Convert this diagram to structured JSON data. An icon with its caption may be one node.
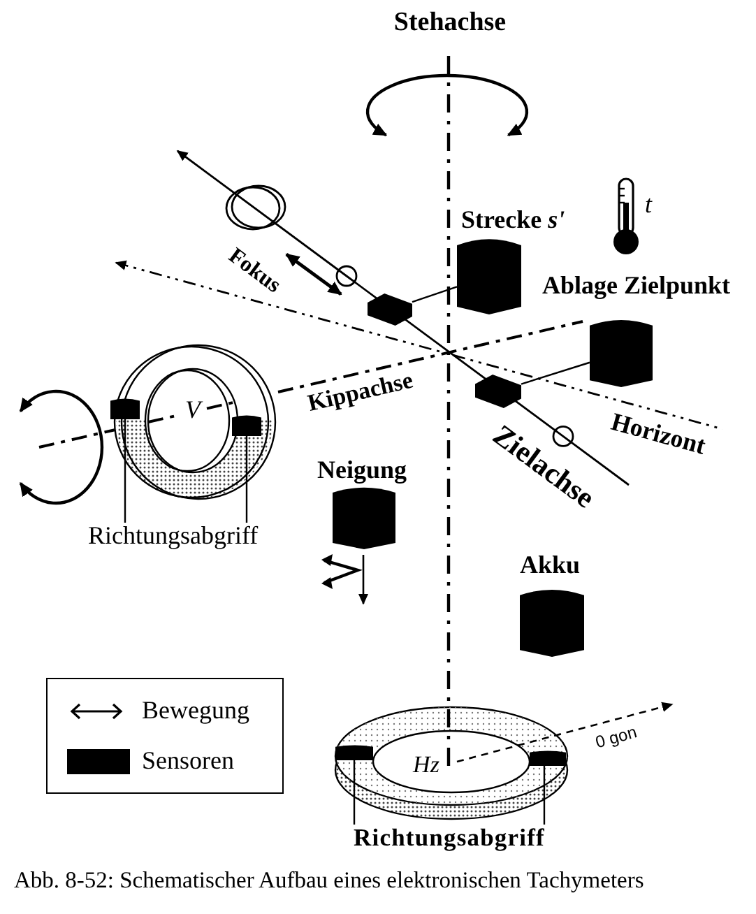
{
  "diagram": {
    "caption": "Abb. 8-52: Schematischer Aufbau eines elektronischen Tachymeters",
    "nodes": [
      {
        "text": [
          "Strecke *s'*"
        ]
      },
      {
        "text": [],
        "shape": "box"
      },
      {
        "text": [
          "Ablage Zielpunkt"
        ]
      },
      {
        "text": [],
        "shape": "box"
      },
      {
        "text": [],
        "shape": "box"
      },
      {
        "text": [],
        "shape": "box"
      },
      {
        "text": [
          "Richtungsabgriff"
        ]
      },
      {
        "text": [
          "Neigung"
        ]
      },
      {
        "text": [
          "Akku"
        ]
      },
      {
        "text": [],
        "shape": "box"
      },
      {
        "text": [],
        "shape": "box"
      },
      {
        "text": [
          "Richtungsabgriff"
        ]
      }
    ],
    "edges": [
      {
        "from": 1,
        "to": 0,
        "arrow": "none"
      },
      {
        "from": 3,
        "to": 2,
        "arrow": "none"
      },
      {
        "from": 6,
        "to": 4,
        "arrow": "none"
      },
      {
        "from": 6,
        "to": 5,
        "arrow": "none"
      },
      {
        "from": 11,
        "to": 9,
        "arrow": "none"
      },
      {
        "from": 11,
        "to": 10,
        "arrow": "none"
      }
    ],
    "labels": [
      "Stehachse",
      "t",
      "Fokus",
      "Kippachse",
      "V",
      "Horizont",
      "Zielachse",
      "0 gon",
      "Hz"
    ],
    "legend": [
      {
        "text": "Bewegung"
      },
      {
        "text": "Sensoren",
        "color": "#000000"
      }
    ]
  }
}
